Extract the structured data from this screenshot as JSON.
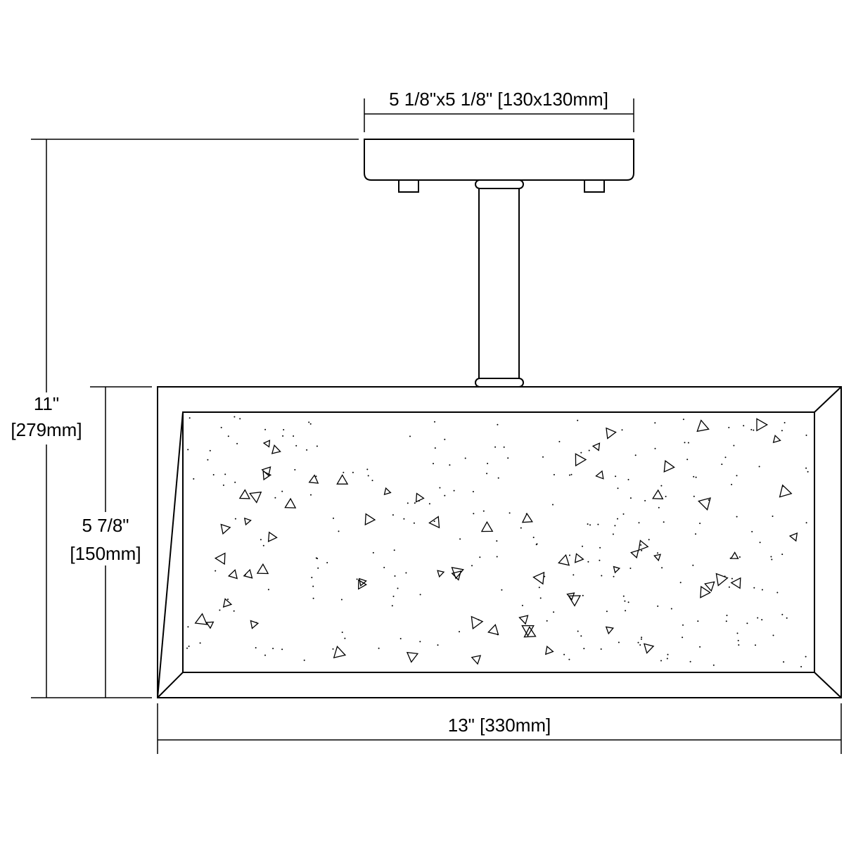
{
  "dimensions": {
    "canopy": "5 1/8\"x5 1/8\" [130x130mm]",
    "overall_height": {
      "imperial": "11\"",
      "metric": "[279mm]"
    },
    "shade_height": {
      "imperial": "5 7/8\"",
      "metric": "[150mm]"
    },
    "shade_width": "13\" [330mm]"
  }
}
